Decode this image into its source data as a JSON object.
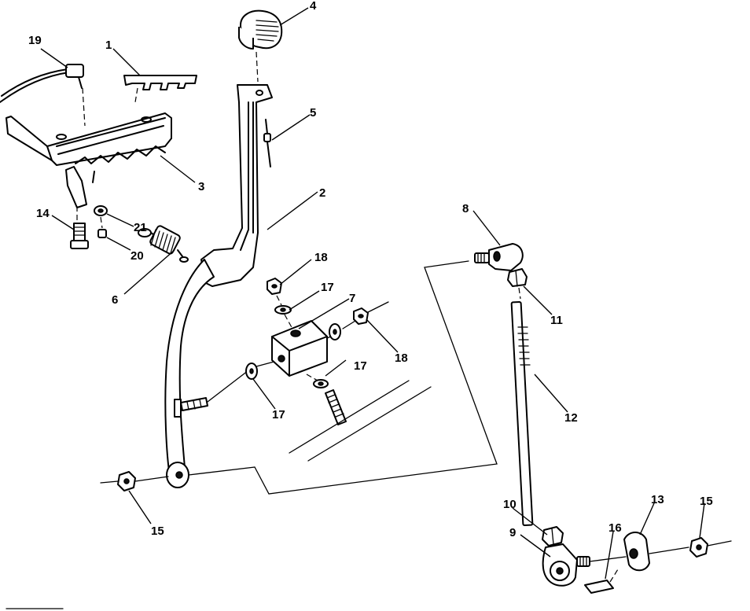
{
  "callouts": {
    "n1": "1",
    "n2": "2",
    "n3": "3",
    "n4": "4",
    "n5": "5",
    "n6": "6",
    "n7": "7",
    "n8": "8",
    "n9": "9",
    "n10": "10",
    "n11": "11",
    "n12": "12",
    "n13": "13",
    "n14": "14",
    "n15a": "15",
    "n15b": "15",
    "n16": "16",
    "n17a": "17",
    "n17b": "17",
    "n17c": "17",
    "n18a": "18",
    "n18b": "18",
    "n19": "19",
    "n20": "20",
    "n21": "21"
  }
}
